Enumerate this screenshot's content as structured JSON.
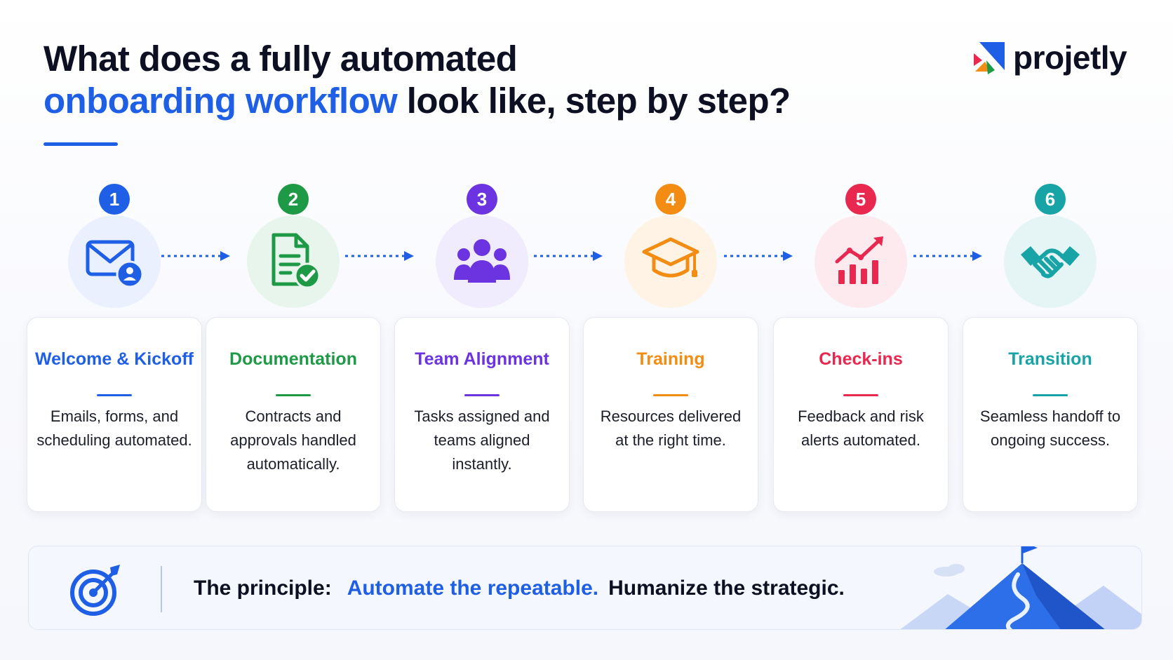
{
  "title": {
    "line1": "What does a fully automated",
    "line2_highlight": "onboarding workflow",
    "line2_rest": " look like, step by step?"
  },
  "brand": {
    "name": "projetly",
    "logo_icon": "projetly-logo-icon"
  },
  "steps": [
    {
      "number": "1",
      "title": "Welcome & Kickoff",
      "description": "Emails, forms, and scheduling automated.",
      "icon": "envelope-user-icon",
      "color": "#1f5fe6",
      "tint": "#eaf0fd"
    },
    {
      "number": "2",
      "title": "Documentation",
      "description": "Contracts and approvals handled automatically.",
      "icon": "document-check-icon",
      "color": "#1e9a47",
      "tint": "#e7f5ec"
    },
    {
      "number": "3",
      "title": "Team Alignment",
      "description": "Tasks assigned and teams aligned instantly.",
      "icon": "team-icon",
      "color": "#6b34e0",
      "tint": "#f0ebfd"
    },
    {
      "number": "4",
      "title": "Training",
      "description": "Resources delivered at the right time.",
      "icon": "graduation-cap-icon",
      "color": "#f28c12",
      "tint": "#fef3e4"
    },
    {
      "number": "5",
      "title": "Check-ins",
      "description": "Feedback and risk alerts automated.",
      "icon": "chart-trend-icon",
      "color": "#e8284f",
      "tint": "#fdeaee"
    },
    {
      "number": "6",
      "title": "Transition",
      "description": "Seamless handoff to ongoing success.",
      "icon": "handshake-icon",
      "color": "#18a3a6",
      "tint": "#e5f5f5"
    }
  ],
  "principle": {
    "label": "The principle:",
    "highlight": "Automate the repeatable.",
    "rest": "Humanize the strategic.",
    "icon": "target-icon",
    "decoration": "mountain-flag-icon"
  }
}
